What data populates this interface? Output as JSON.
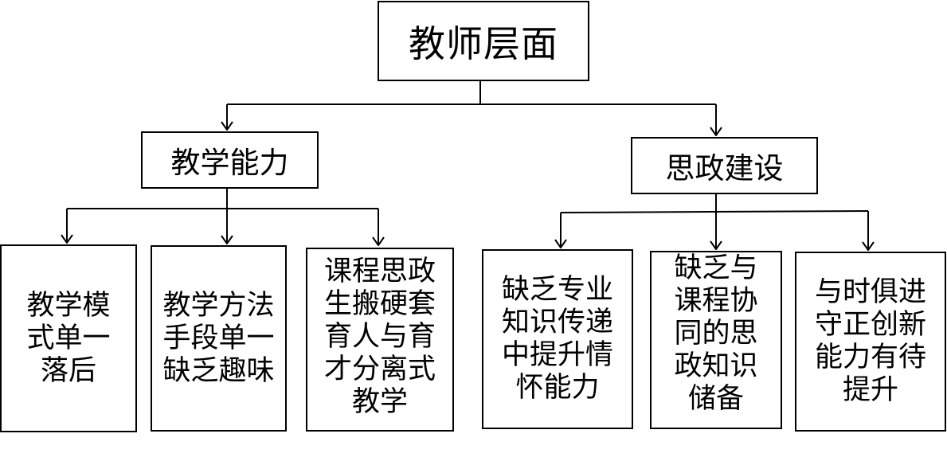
{
  "root": {
    "label": "教师层面"
  },
  "branches": [
    {
      "label": "教学能力",
      "children": [
        "教学模式单一落后",
        "教学方法手段单一 缺乏趣味",
        "课程思政生搬硬套育人与育才分离式教学"
      ]
    },
    {
      "label": "思政建设",
      "children": [
        "缺乏专业知识传递中提升情怀能力",
        "缺乏与课程协同的思政知识储备",
        "与时俱进守正创新能力有待提升"
      ]
    }
  ],
  "colors": {
    "line": "#000000",
    "box_border": "#000000",
    "background": "#ffffff"
  }
}
